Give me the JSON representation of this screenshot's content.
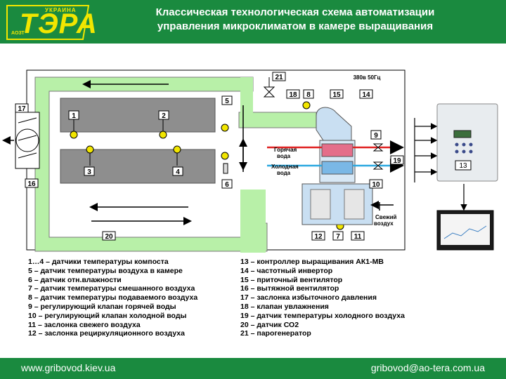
{
  "header": {
    "logo": {
      "country": "УКРАИНА",
      "name": "ТЭРА",
      "sub": "АОЗТ"
    },
    "title_line1": "Классическая технологическая схема автоматизации",
    "title_line2": "управления микроклиматом в камере выращивания"
  },
  "diagram": {
    "box_labels": {
      "n1": "1",
      "n2": "2",
      "n3": "3",
      "n4": "4",
      "n5": "5",
      "n6": "6",
      "n7": "7",
      "n8": "8",
      "n9": "9",
      "n10": "10",
      "n11": "11",
      "n12": "12",
      "n13": "13",
      "n14": "14",
      "n15": "15",
      "n16": "16",
      "n17": "17",
      "n18": "18",
      "n19": "19",
      "n20": "20",
      "n21": "21"
    },
    "power": "380в 50Гц",
    "hot_water": [
      "Горячая",
      "вода"
    ],
    "cold_water": [
      "Холодная",
      "вода"
    ],
    "fresh_air": [
      "Свежий",
      "воздух"
    ]
  },
  "legend_left": [
    "1…4 – датчики температуры компоста",
    "5 – датчик температуры воздуха в камере",
    "6 – датчик отн.влажности",
    "7 – датчик температуры смешанного воздуха",
    "8 – датчик температуры подаваемого воздуха",
    "9 – регулирующий клапан горячей воды",
    "10 – регулирующий клапан холодной воды",
    "11 – заслонка свежего воздуха",
    "12 – заслонка рециркуляционного воздуха"
  ],
  "legend_right": [
    "13 – контроллер выращивания АК1-МВ",
    "14 – частотный инвертор",
    "15 – приточный вентилятор",
    "16 – вытяжной вентилятор",
    "17 – заслонка избыточного давления",
    "18 – клапан увлажнения",
    "19 – датчик температуры холодного воздуха",
    "20 – датчик СО2",
    "21 – парогенератор"
  ],
  "footer": {
    "left": "www.gribovod.kiev.ua",
    "right": "gribovod@ao-tera.com.ua"
  },
  "colors": {
    "green": "#1a8a3f",
    "duct": "#b8f0a8",
    "yellow": "#f2e600",
    "hot": "#e02020",
    "cold": "#2aa8e0"
  }
}
